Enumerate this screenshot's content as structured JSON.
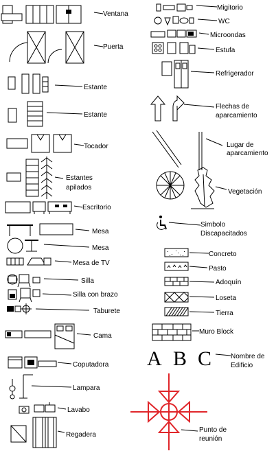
{
  "left_labels": {
    "ventana": "Ventana",
    "puerta": "Puerta",
    "estante1": "Estante",
    "estante2": "Estante",
    "tocador": "Tocador",
    "estantes_apilados_1": "Estantes",
    "estantes_apilados_2": "apilados",
    "escritorio": "Escritorio",
    "mesa1": "Mesa",
    "mesa2": "Mesa",
    "mesa_tv": "Mesa de TV",
    "silla": "Silla",
    "silla_brazo": "Silla con brazo",
    "taburete": "Taburete",
    "cama": "Cama",
    "computadora": "Coputadora",
    "lampara": "Lampara",
    "lavabo": "Lavabo",
    "regadera": "Regadera"
  },
  "right_labels": {
    "migitorio": "Migitorio",
    "wc": "WC",
    "microondas": "Microondas",
    "estufa": "Estufa",
    "refrigerador": "Refrigerador",
    "flechas_1": "Flechas de",
    "flechas_2": "aparcamiento",
    "lugar_1": "Lugar de",
    "lugar_2": "aparcamiento",
    "vegetacion": "Vegetación",
    "simbolo_1": "Simbolo",
    "simbolo_2": "Discapacitados",
    "concreto": "Concreto",
    "pasto": "Pasto",
    "adoquin": "Adoquín",
    "loseta": "Loseta",
    "tierra": "Tierra",
    "muro_block": "Muro Block",
    "letter_a": "A",
    "letter_b": "B",
    "letter_c": "C",
    "nombre_1": "Nombre de",
    "nombre_2": "Edificio",
    "punto_1": "Punto de",
    "punto_2": "reunión"
  },
  "colors": {
    "symbol_line": "#000000",
    "meeting_point": "#e0262a"
  }
}
